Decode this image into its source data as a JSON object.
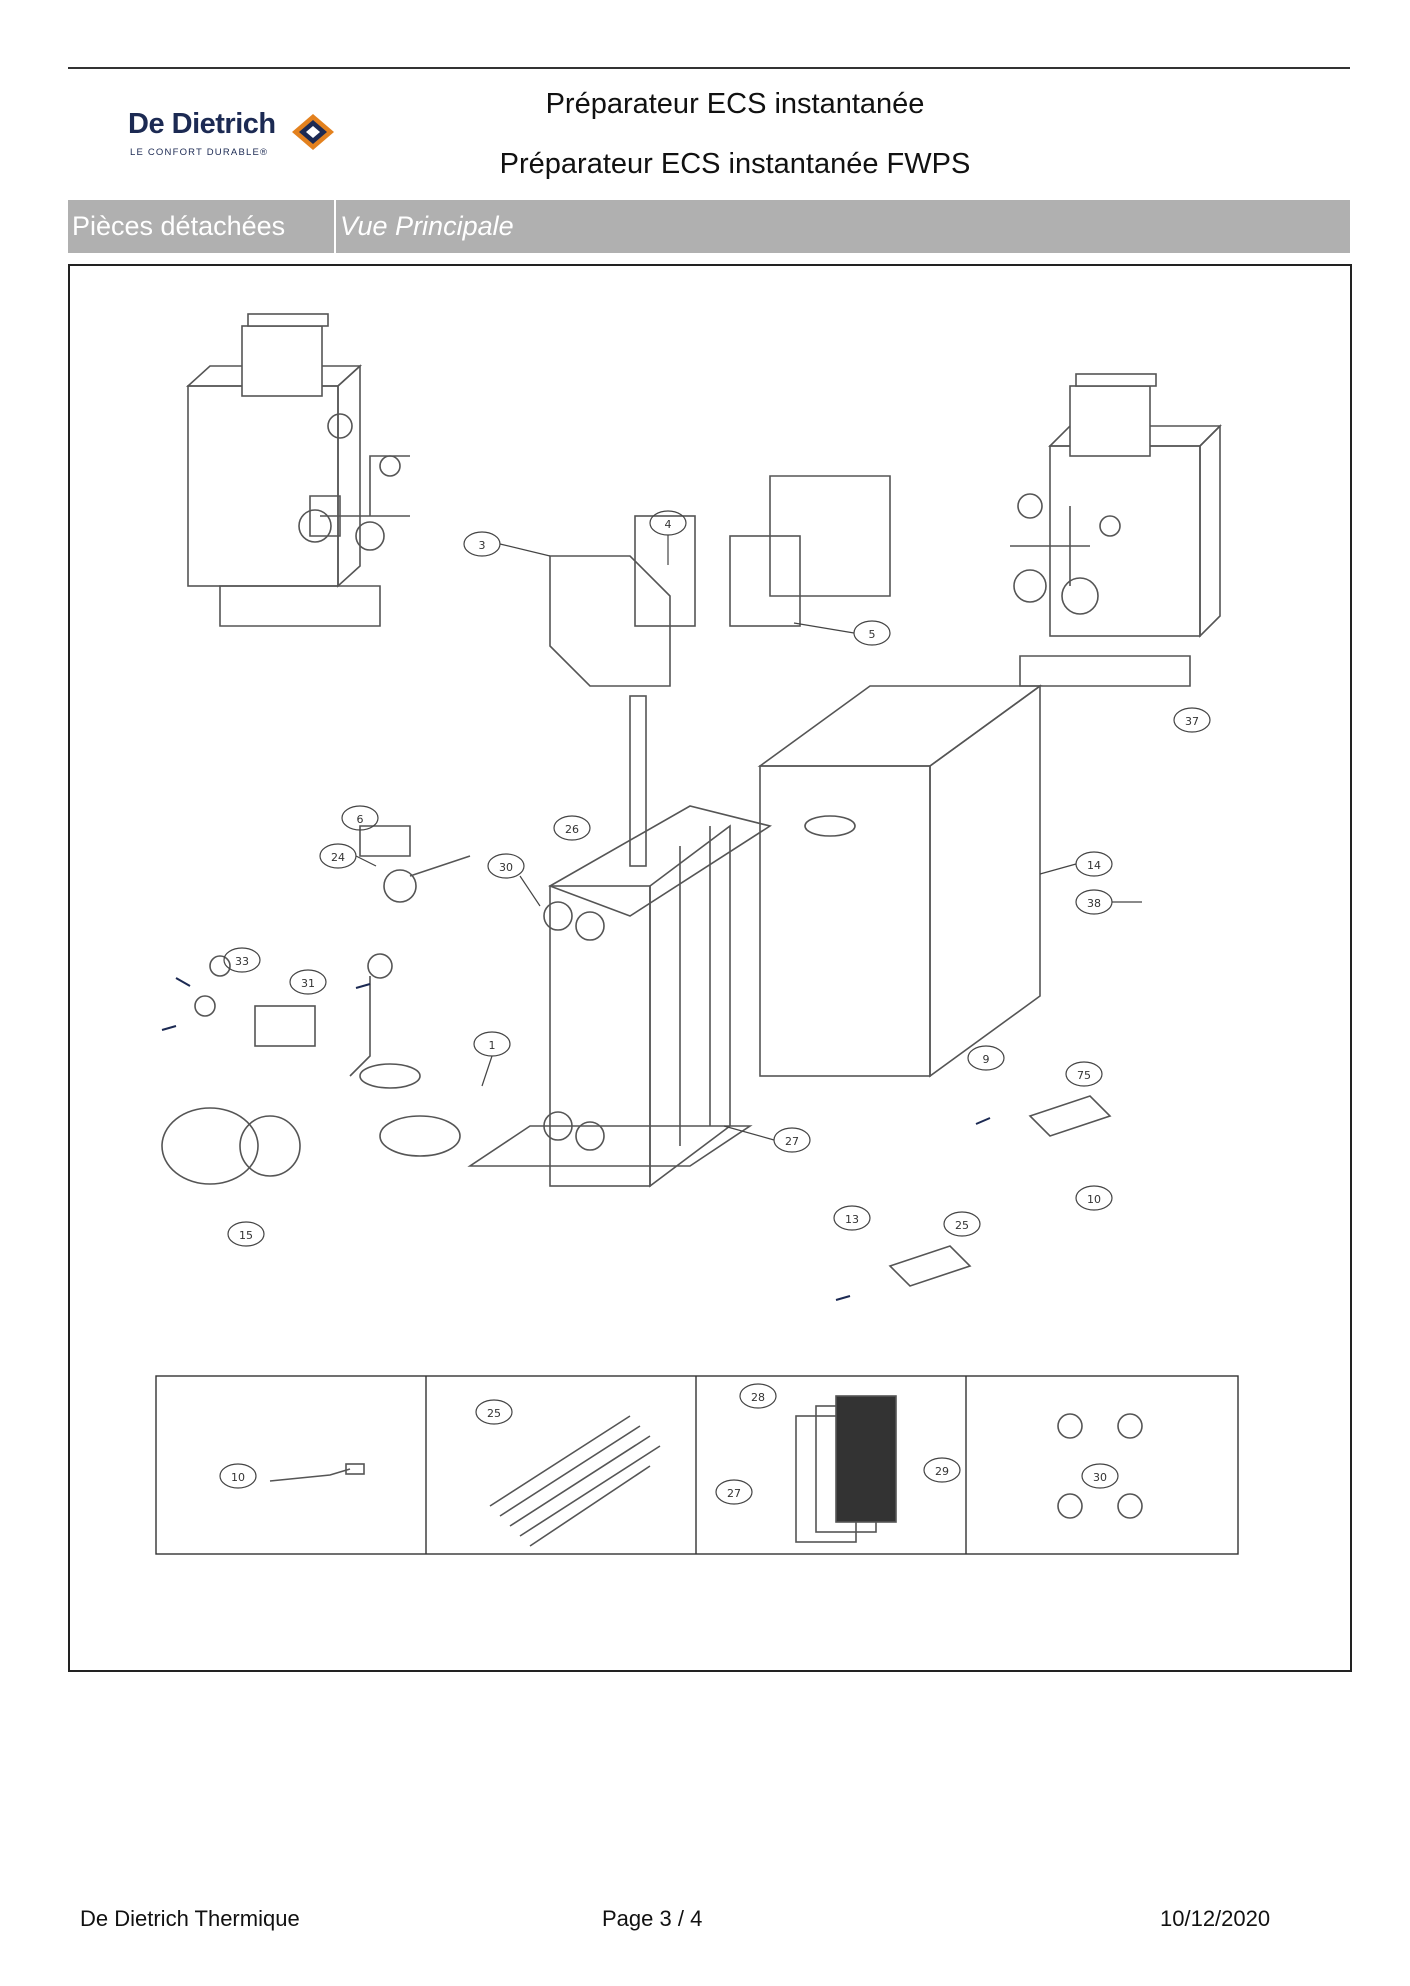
{
  "header": {
    "brand_name": "De Dietrich",
    "brand_tagline": "LE CONFORT DURABLE®",
    "title_line1": "Préparateur ECS instantanée",
    "title_line2": "Préparateur ECS instantanée FWPS"
  },
  "band": {
    "section": "Pièces détachées",
    "view": "Vue Principale"
  },
  "callouts": [
    "3",
    "4",
    "5",
    "6",
    "24",
    "30",
    "26",
    "14",
    "37",
    "38",
    "33",
    "31",
    "1",
    "9",
    "15",
    "27",
    "75",
    "10",
    "13",
    "25"
  ],
  "detail_callouts": [
    "10",
    "25",
    "28",
    "27",
    "29",
    "30"
  ],
  "footer": {
    "company": "De Dietrich Thermique",
    "page": "Page   3  /  4",
    "date": "10/12/2020"
  }
}
